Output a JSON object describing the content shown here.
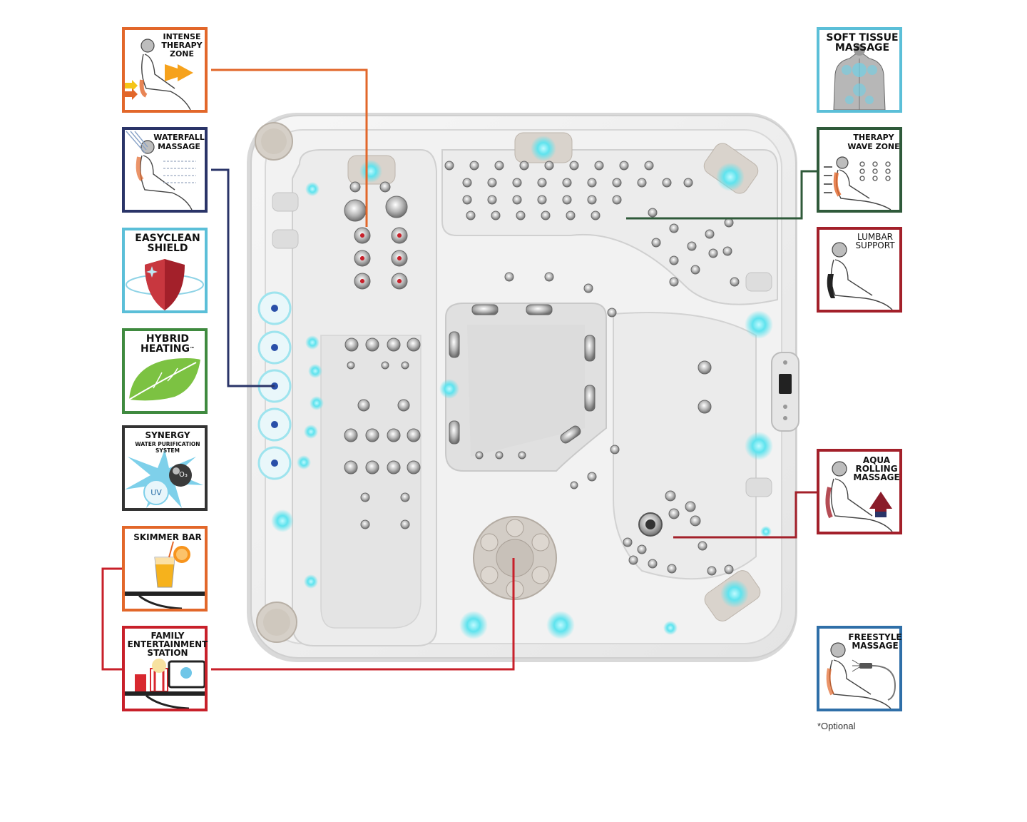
{
  "features": {
    "intense_therapy_zone": "INTENSE THERAPY ZONE",
    "waterfall_massage": "WATERFALL MASSAGE",
    "easyclean_shield": "EASYCLEAN SHIELD",
    "hybrid_heating": "HYBRID HEATING",
    "hybrid_heating_tm": "™",
    "synergy_title": "SYNERGY",
    "synergy_subtitle": "WATER PURIFICATION SYSTEM",
    "synergy_o3": "O₃",
    "synergy_uv": "UV",
    "skimmer_bar": "SKIMMER BAR",
    "family_entertainment_station": "FAMILY ENTERTAINMENT STATION",
    "soft_tissue_massage": "SOFT TISSUE MASSAGE",
    "therapy_wave_zone": "THERAPY WAVE ZONE",
    "lumbar_support": "LUMBAR SUPPORT",
    "aqua_rolling_massage": "AQUA ROLLING MASSAGE",
    "freestyle_massage": "FREESTYLE MASSAGE"
  },
  "footnote": "*Optional",
  "colors": {
    "orange": "#e2672a",
    "navy": "#2a3468",
    "cyan": "#5bbfd8",
    "green": "#3f8a3f",
    "dark": "#333333",
    "red": "#c8202a",
    "darkgreen": "#2f5a3a",
    "maroon": "#a3202a",
    "blue": "#2f6fa8",
    "glow": "#5fe3ee"
  }
}
